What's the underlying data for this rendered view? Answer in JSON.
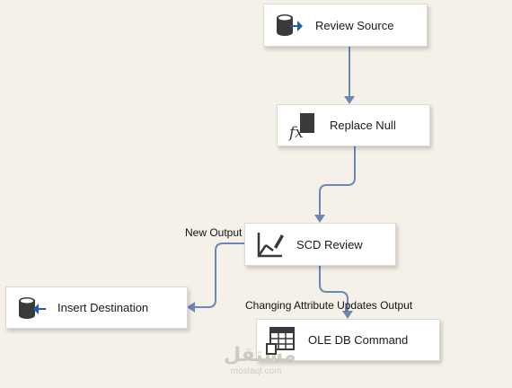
{
  "nodes": {
    "review_source": {
      "label": "Review Source",
      "icon": "database-source-icon"
    },
    "replace_null": {
      "label": "Replace Null",
      "icon": "derived-column-fx-icon"
    },
    "scd_review": {
      "label": "SCD Review",
      "icon": "slowly-changing-dimension-icon"
    },
    "insert_destination": {
      "label": "Insert Destination",
      "icon": "database-destination-icon"
    },
    "ole_db_command": {
      "label": "OLE DB Command",
      "icon": "ole-db-command-table-icon"
    }
  },
  "paths": {
    "new_output": "New Output",
    "changing_attribute": "Changing Attribute Updates Output"
  },
  "watermark": {
    "logo": "مستقل",
    "text": "mostaql.com"
  },
  "colors": {
    "canvas": "#f5f1e8",
    "connector": "#6b87b3",
    "icon_dark": "#3a3a3a",
    "icon_blue": "#1f5fa8"
  }
}
